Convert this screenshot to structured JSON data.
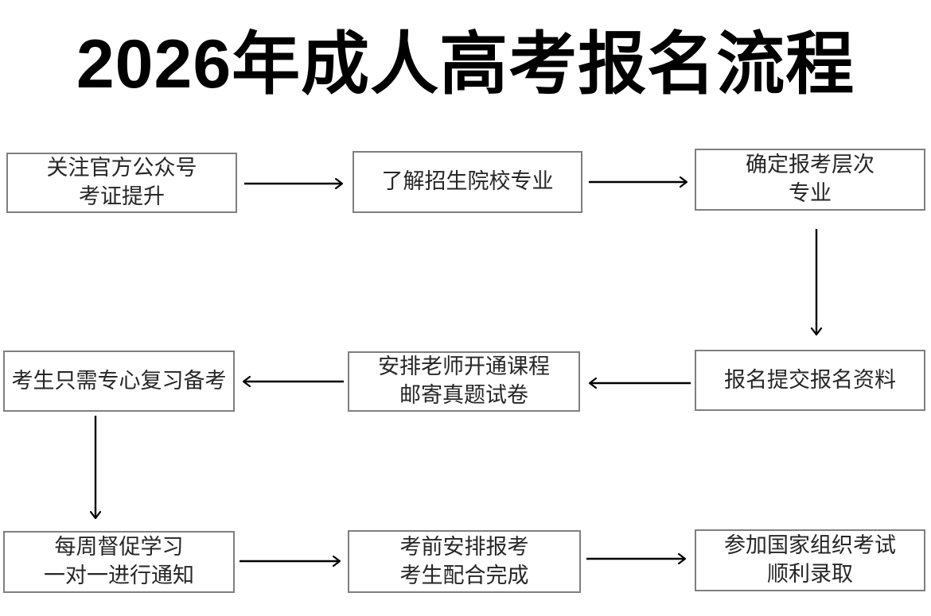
{
  "page": {
    "title": "2026年成人高考报名流程",
    "background": "#ffffff"
  },
  "colors": {
    "title_text": "#000000",
    "box_border": "#7f7f7f",
    "box_text": "#262626",
    "arrow": "#000000"
  },
  "flow": {
    "steps": [
      {
        "name": "follow-official-account",
        "lines": [
          "关注官方公众号",
          "考证提升"
        ]
      },
      {
        "name": "learn-schools-majors",
        "lines": [
          "了解招生院校专业"
        ]
      },
      {
        "name": "determine-level-major",
        "lines": [
          "确定报考层次",
          "专业"
        ]
      },
      {
        "name": "submit-registration",
        "lines": [
          "报名提交报名资料"
        ]
      },
      {
        "name": "teacher-courses-papers",
        "lines": [
          "安排老师开通课程",
          "邮寄真题试卷"
        ]
      },
      {
        "name": "focus-on-review",
        "lines": [
          "考生只需专心复习备考"
        ]
      },
      {
        "name": "weekly-study-supervision",
        "lines": [
          "每周督促学习",
          "一对一进行通知"
        ]
      },
      {
        "name": "pre-exam-arrangement",
        "lines": [
          "考前安排报考",
          "考生配合完成"
        ]
      },
      {
        "name": "national-exam-admission",
        "lines": [
          "参加国家组织考试",
          "顺利录取"
        ]
      }
    ]
  }
}
